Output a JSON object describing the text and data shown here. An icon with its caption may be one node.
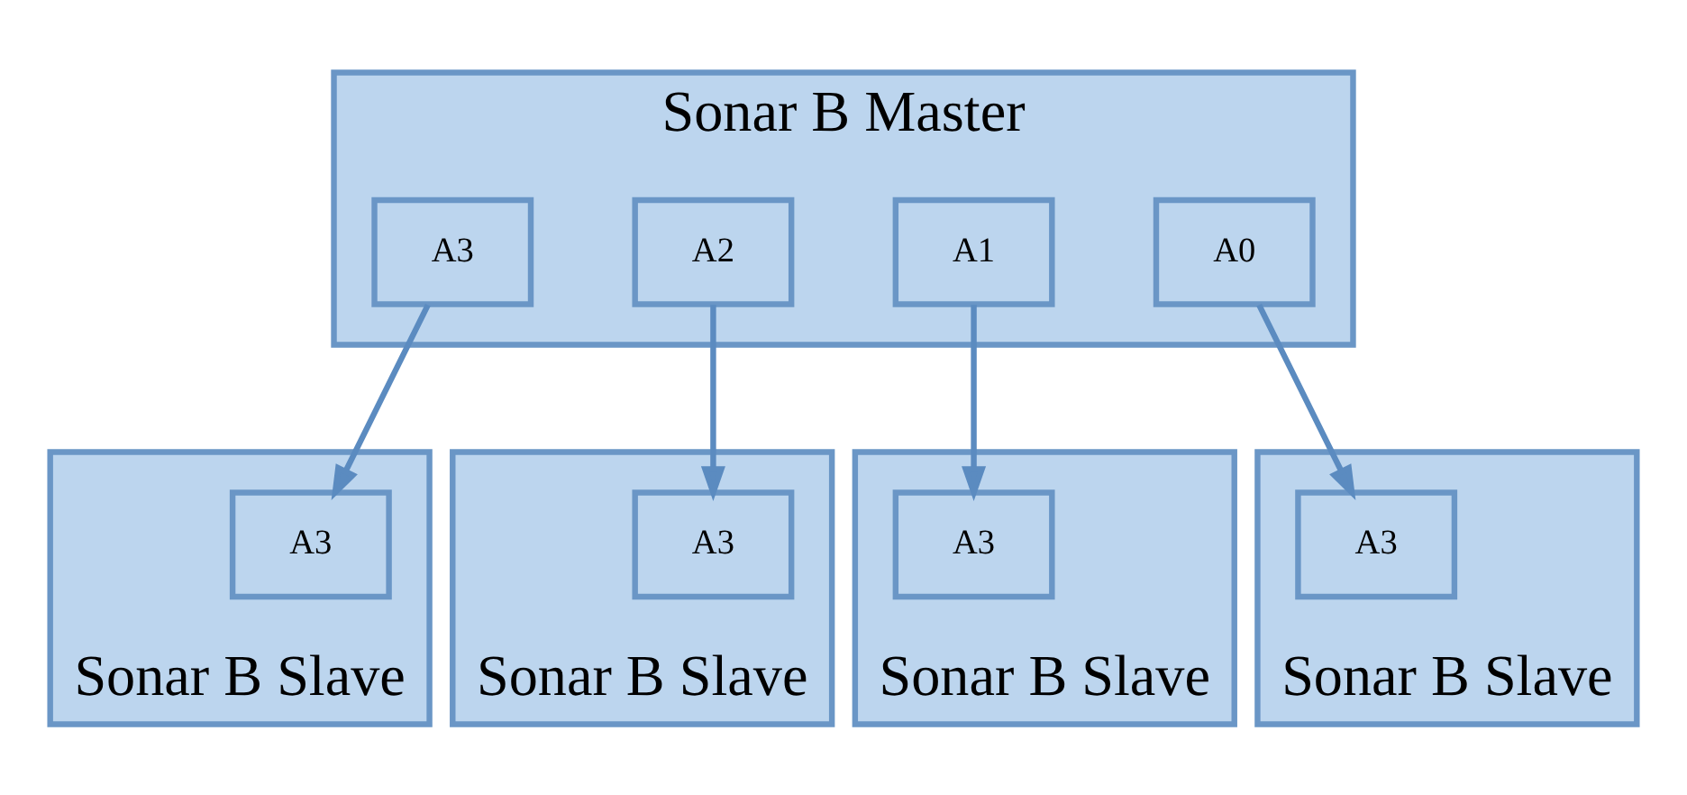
{
  "diagram": {
    "nodes": [
      {
        "text": [
          "Sonar B Master"
        ]
      },
      {
        "text": [
          "A3"
        ],
        "in": 0
      },
      {
        "text": [
          "A2"
        ],
        "in": 0
      },
      {
        "text": [
          "A1"
        ],
        "in": 0
      },
      {
        "text": [
          "A0"
        ],
        "in": 0
      },
      {
        "text": [
          "Sonar B Slave"
        ]
      },
      {
        "text": [
          "A3"
        ],
        "in": 5
      },
      {
        "text": [
          "Sonar B Slave"
        ]
      },
      {
        "text": [
          "A3"
        ],
        "in": 7
      },
      {
        "text": [
          "Sonar B Slave"
        ]
      },
      {
        "text": [
          "A3"
        ],
        "in": 9
      },
      {
        "text": [
          "Sonar B Slave"
        ]
      },
      {
        "text": [
          "A3"
        ],
        "in": 11
      }
    ],
    "edges": [
      {
        "from": 1,
        "to": 6,
        "arrow": "to"
      },
      {
        "from": 2,
        "to": 8,
        "arrow": "to"
      },
      {
        "from": 3,
        "to": 10,
        "arrow": "to"
      },
      {
        "from": 4,
        "to": 12,
        "arrow": "to"
      }
    ]
  }
}
